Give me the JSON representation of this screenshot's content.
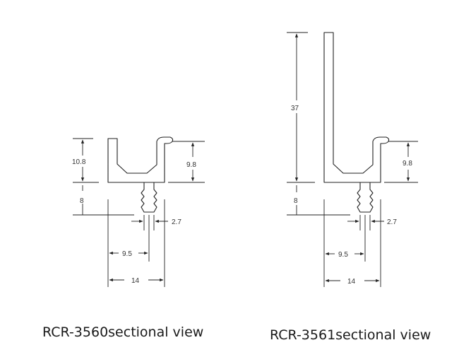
{
  "left": {
    "caption": "RCR-3560sectional view",
    "dims": {
      "height_total": "10.8",
      "height_inner": "9.8",
      "height_foot": "8",
      "stem_width": "2.7",
      "half_width": "9.5",
      "width": "14"
    }
  },
  "right": {
    "caption": "RCR-3561sectional view",
    "dims": {
      "height_tall": "37",
      "height_inner": "9.8",
      "height_foot": "8",
      "stem_width": "2.7",
      "half_width": "9.5",
      "width": "14"
    }
  }
}
